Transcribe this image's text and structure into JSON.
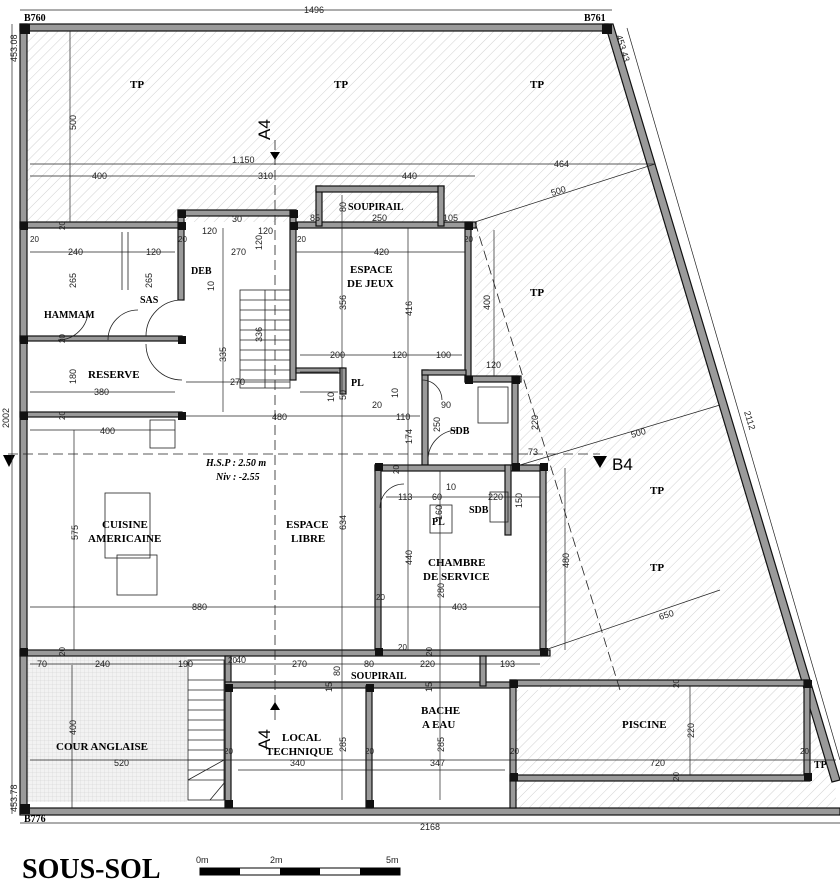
{
  "title": "SOUS-SOL",
  "scale": [
    "0m",
    "2m",
    "5m"
  ],
  "corners": [
    "B760",
    "B761",
    "B776"
  ],
  "rooms": {
    "tp": "TP",
    "soupirail": "SOUPIRAIL",
    "espace_jeux": [
      "ESPACE",
      "DE JEUX"
    ],
    "deb": "DEB",
    "sas": "SAS",
    "hammam": "HAMMAM",
    "reserve": "RESERVE",
    "pl": "PL",
    "sdb": "SDB",
    "cuisine": [
      "CUISINE",
      "AMERICAINE"
    ],
    "espace_libre": [
      "ESPACE",
      "LIBRE"
    ],
    "chambre": [
      "CHAMBRE",
      "DE SERVICE"
    ],
    "local": [
      "LOCAL",
      "TECHNIQUE"
    ],
    "bache": [
      "BACHE",
      "A EAU"
    ],
    "piscine": "PISCINE",
    "cour": "COUR ANGLAISE"
  },
  "annotations": {
    "hsp": "H.S.P : 2.50 m",
    "niv": "Niv : -2.55"
  },
  "sections": {
    "a4": "A4",
    "b4": "B4"
  },
  "dimensions": {
    "top_total": "1496",
    "bottom_total": "2168",
    "left_total": "2002",
    "right_total": "2112",
    "left_top": "453.08",
    "right_top": "453.43",
    "left_bottom": "453.78",
    "d500_top": "500",
    "d1150": "1.150",
    "d400a": "400",
    "d310": "310",
    "d440": "440",
    "d464": "464",
    "d500_diag": "500",
    "d500_diag2": "500",
    "d650": "650",
    "d85": "85",
    "d250": "250",
    "d105": "105",
    "d80a": "80",
    "d30": "30",
    "d120a": "120",
    "d120b": "120",
    "d120c": "120",
    "d120d": "120",
    "d120e": "120",
    "d120f": "120",
    "d240a": "240",
    "d270a": "270",
    "d420": "420",
    "d265a": "265",
    "d265b": "265",
    "d356": "356",
    "d416": "416",
    "d400r": "400",
    "d336": "336",
    "d335": "335",
    "d10a": "10",
    "d10b": "10",
    "d10c": "10",
    "d10d": "10",
    "d200": "200",
    "d100": "100",
    "d180": "180",
    "d380": "380",
    "d270b": "270",
    "d50": "50",
    "d20x": "20",
    "d90": "90",
    "d480": "480",
    "d110": "110",
    "d174": "174",
    "d250v": "250",
    "d220v": "220",
    "d400c": "400",
    "d73": "73",
    "d113": "113",
    "d60": "60",
    "d220": "220",
    "d160": "160",
    "d150": "150",
    "d575": "575",
    "d634": "634",
    "d440v": "440",
    "d280": "280",
    "d480v": "480",
    "d880": "880",
    "d403": "403",
    "d70": "70",
    "d240b": "240",
    "d190": "190",
    "d40": "40",
    "d270c": "270",
    "d80b": "80",
    "d80c": "80",
    "d220b": "220",
    "d193": "193",
    "d15a": "15",
    "d15b": "15",
    "d400v": "400",
    "d520": "520",
    "d340": "340",
    "d347": "347",
    "d720": "720",
    "d285a": "285",
    "d285b": "285",
    "d220p": "220",
    "d20a": "20",
    "d20b": "20",
    "d20c": "20",
    "d20d": "20",
    "d20e": "20",
    "d20f": "20",
    "d20g": "20",
    "d20h": "20",
    "d20i": "20",
    "d20j": "20",
    "d20k": "20",
    "d20l": "20",
    "d20m": "20",
    "d20n": "20",
    "d20o": "20",
    "d20p": "20",
    "d20q": "20",
    "d20r": "20",
    "d20s": "20"
  }
}
